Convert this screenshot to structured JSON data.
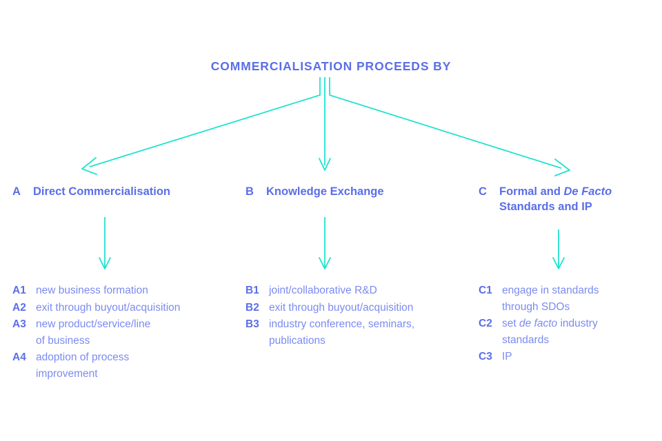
{
  "title": "COMMERCIALISATION PROCEEDS BY",
  "colors": {
    "arrow": "#1ee3cd",
    "heading_text": "#5a6ee8",
    "body_text": "#7b8bf0",
    "background": "#ffffff"
  },
  "branches": [
    {
      "letter": "A",
      "heading": "Direct Commercialisation",
      "items": [
        {
          "code": "A1",
          "text": "new business formation"
        },
        {
          "code": "A2",
          "text": "exit through buyout/acquisition"
        },
        {
          "code": "A3",
          "text": "new product/service/line\nof business"
        },
        {
          "code": "A4",
          "text": "adoption of process\nimprovement"
        }
      ]
    },
    {
      "letter": "B",
      "heading": "Knowledge Exchange",
      "items": [
        {
          "code": "B1",
          "text": "joint/collaborative R&D"
        },
        {
          "code": "B2",
          "text": "exit through buyout/acquisition"
        },
        {
          "code": "B3",
          "text": "industry conference, seminars,\npublications"
        }
      ]
    },
    {
      "letter": "C",
      "heading_pre": "Formal and ",
      "heading_italic": "De Facto",
      "heading_post": "",
      "heading_line2": "Standards and IP",
      "items": [
        {
          "code": "C1",
          "text": "engage in standards\nthrough SDOs"
        },
        {
          "code": "C2",
          "pre": "set ",
          "italic": "de facto",
          "post": " industry\nstandards"
        },
        {
          "code": "C3",
          "text": "IP"
        }
      ]
    }
  ],
  "connectors": {
    "trunk_left_label": "trunk-left",
    "trunk_right_label": "trunk-right",
    "arrow_left_label": "arrow-to-branch-a",
    "arrow_center_label": "arrow-to-branch-b",
    "arrow_right_label": "arrow-to-branch-c",
    "arrow_a_label": "arrow-branch-a-to-items",
    "arrow_b_label": "arrow-branch-b-to-items",
    "arrow_c_label": "arrow-branch-c-to-items"
  }
}
